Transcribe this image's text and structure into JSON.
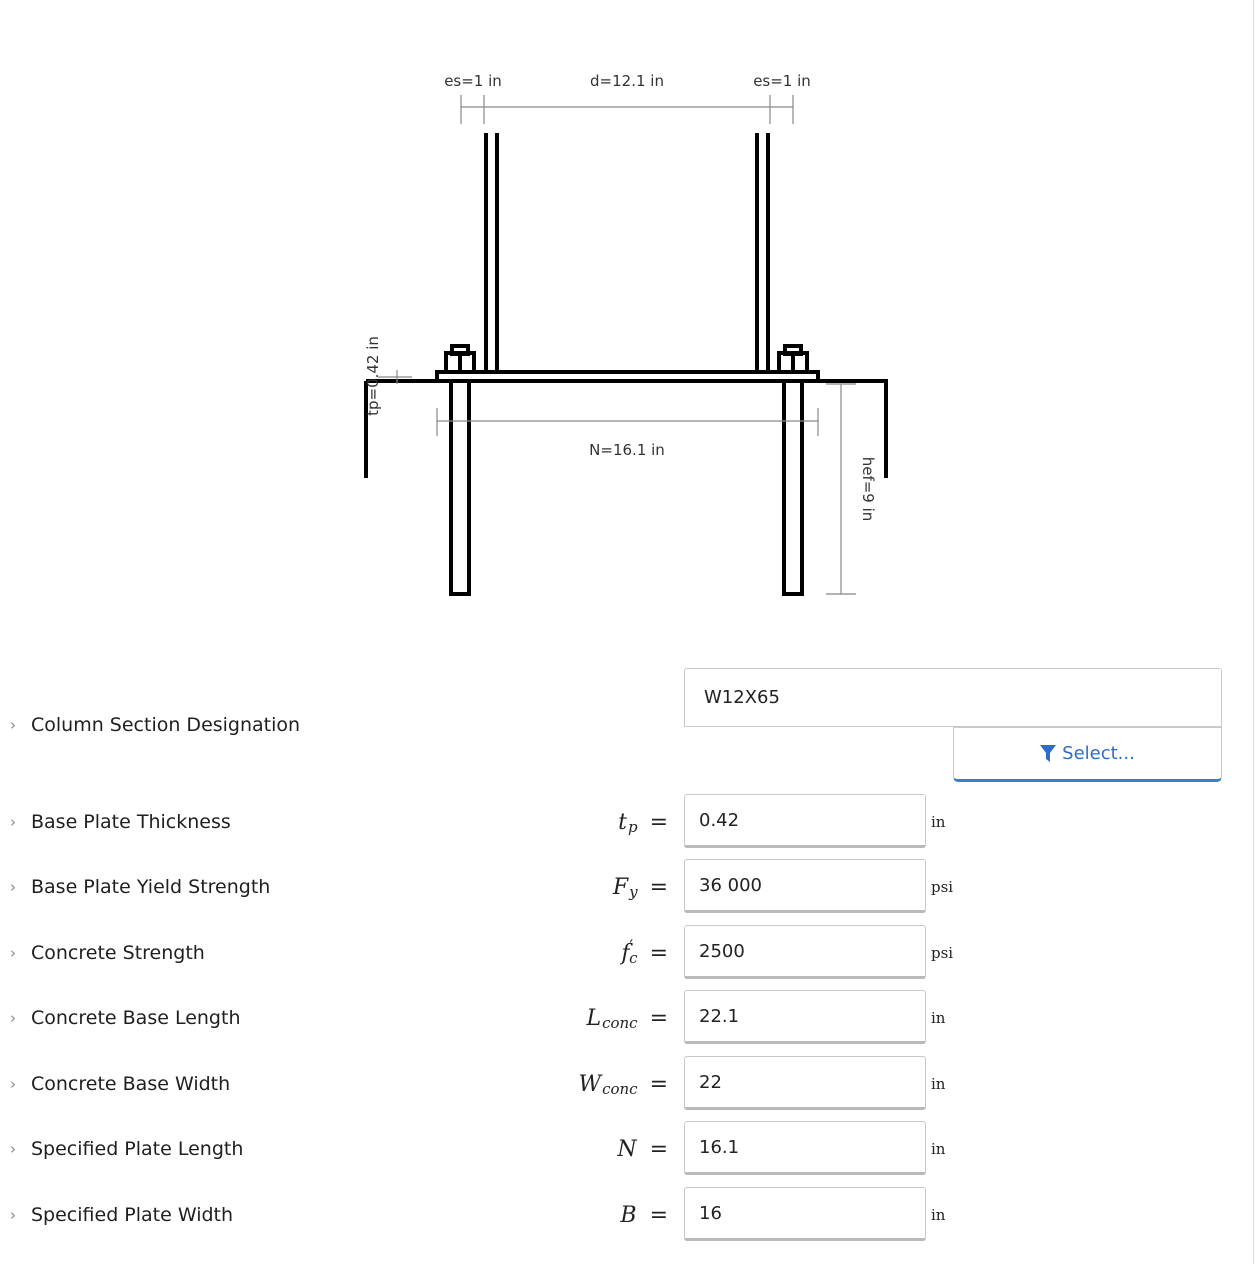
{
  "diagram": {
    "es_left": "es=1 in",
    "depth": "d=12.1 in",
    "es_right": "es=1 in",
    "tp": "tp=0.42 in",
    "N": "N=16.1 in",
    "hef": "hef=9 in"
  },
  "section": {
    "label": "Column Section Designation",
    "value": "W12X65",
    "select_label": "Select..."
  },
  "fields": [
    {
      "label": "Base Plate Thickness",
      "symbol": "t",
      "sub": "p",
      "prime": "",
      "value": "0.42",
      "unit": "in"
    },
    {
      "label": "Base Plate Yield Strength",
      "symbol": "F",
      "sub": "y",
      "prime": "",
      "value": "36 000",
      "unit": "psi"
    },
    {
      "label": "Concrete Strength",
      "symbol": "f",
      "sub": "c",
      "prime": "′",
      "value": "2500",
      "unit": "psi"
    },
    {
      "label": "Concrete Base Length",
      "symbol": "L",
      "sub": "conc",
      "prime": "",
      "value": "22.1",
      "unit": "in"
    },
    {
      "label": "Concrete Base Width",
      "symbol": "W",
      "sub": "conc",
      "prime": "",
      "value": "22",
      "unit": "in"
    },
    {
      "label": "Specified Plate Length",
      "symbol": "N",
      "sub": "",
      "prime": "",
      "value": "16.1",
      "unit": "in"
    },
    {
      "label": "Specified Plate Width",
      "symbol": "B",
      "sub": "",
      "prime": "",
      "value": "16",
      "unit": "in"
    }
  ],
  "equals": "=",
  "chevron": "›",
  "icons": {
    "filter": "filter-icon",
    "chevron": "chevron-right-icon"
  },
  "colors": {
    "accent": "#2f6cc7",
    "accent_border": "#3a7fd0"
  }
}
